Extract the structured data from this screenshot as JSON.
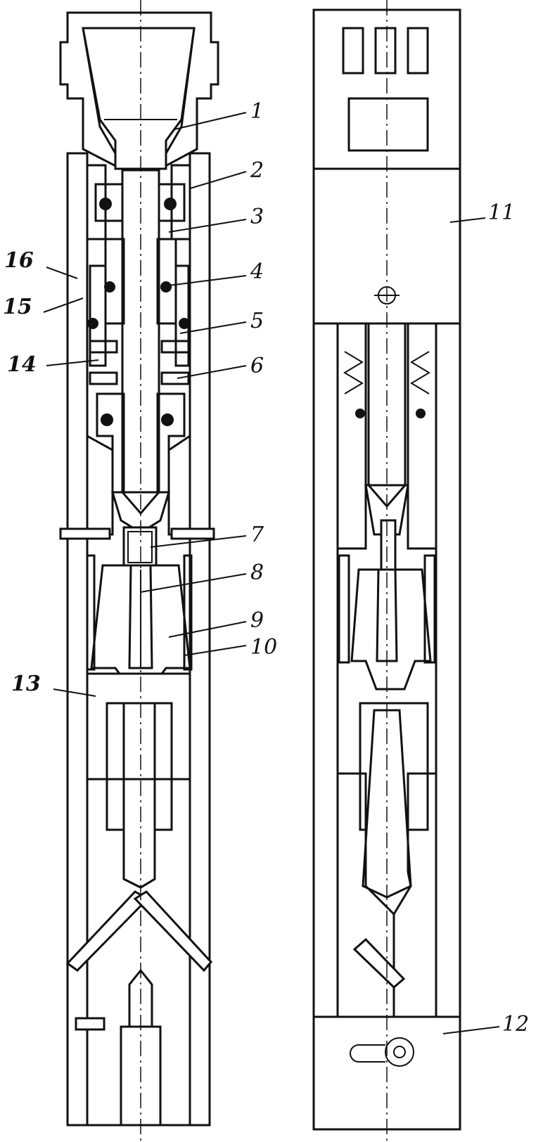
{
  "labels": {
    "l1": "1",
    "l2": "2",
    "l3": "3",
    "l4": "4",
    "l5": "5",
    "l6": "6",
    "l7": "7",
    "l8": "8",
    "l9": "9",
    "l10": "10",
    "l11": "11",
    "l12": "12",
    "l13": "13",
    "l14": "14",
    "l15": "15",
    "l16": "16"
  },
  "colors": {
    "ink": "#111111",
    "paper": "#ffffff"
  }
}
